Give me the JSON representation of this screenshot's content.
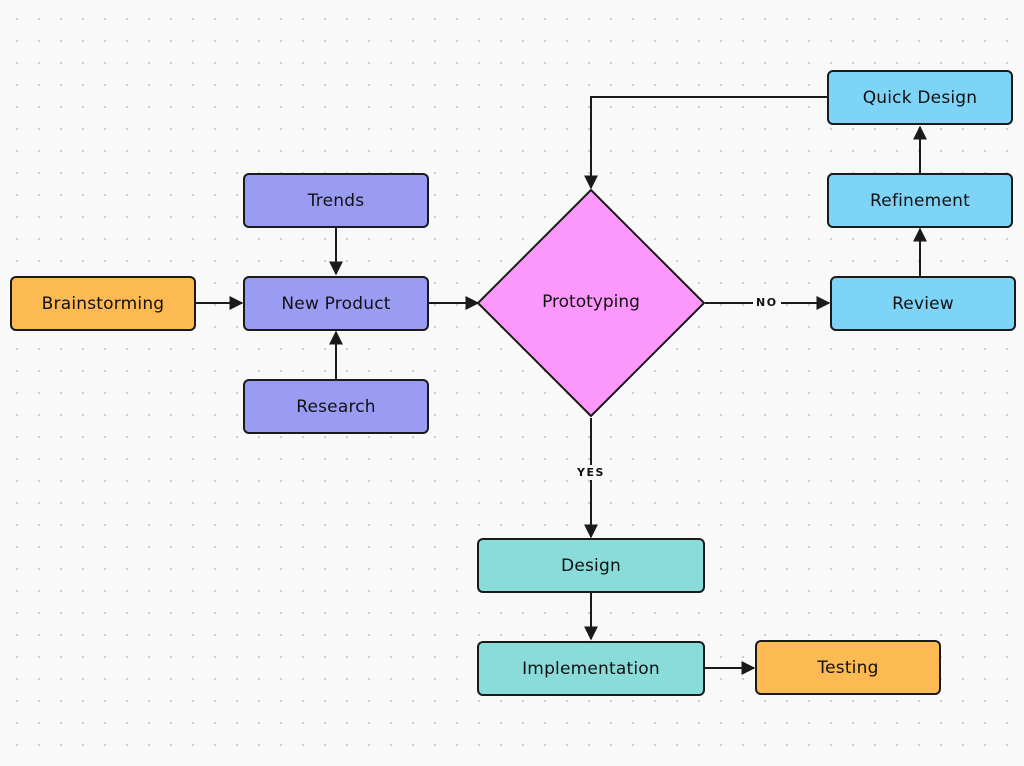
{
  "colors": {
    "orange": "#fdb952",
    "purple": "#9a9cf4",
    "pink": "#fc98fb",
    "blue": "#7dd4f6",
    "teal": "#8adcdb",
    "stroke": "#1a1a1a"
  },
  "nodes": {
    "brainstorming": "Brainstorming",
    "trends": "Trends",
    "new_product": "New Product",
    "research": "Research",
    "prototyping": "Prototyping",
    "review": "Review",
    "refinement": "Refinement",
    "quick_design": "Quick Design",
    "design": "Design",
    "implementation": "Implementation",
    "testing": "Testing"
  },
  "edge_labels": {
    "no": "NO",
    "yes": "YES"
  }
}
